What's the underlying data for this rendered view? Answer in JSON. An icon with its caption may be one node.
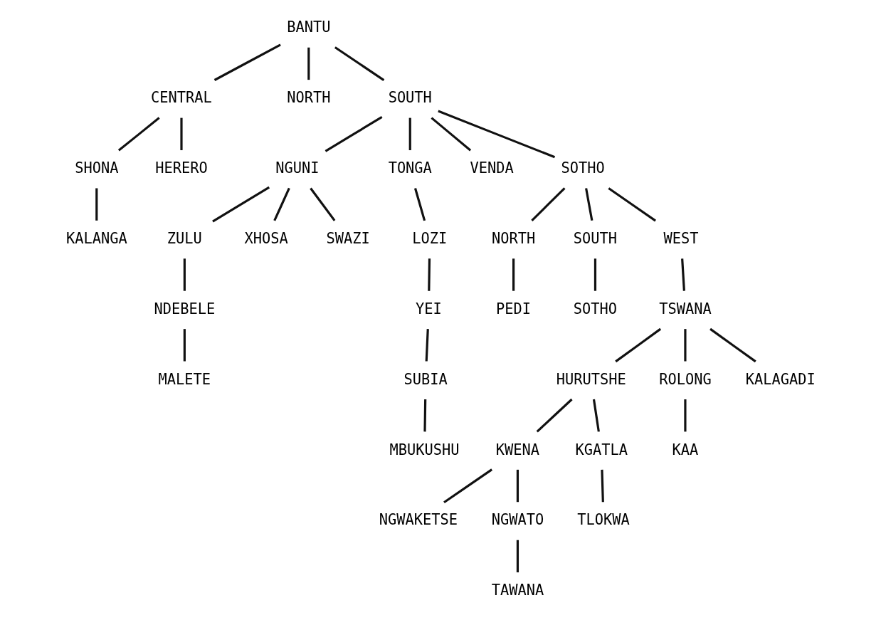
{
  "diagram": {
    "nodes": [
      {
        "text": [
          "BANTU"
        ]
      },
      {
        "text": [
          "CENTRAL"
        ]
      },
      {
        "text": [
          "NORTH"
        ]
      },
      {
        "text": [
          "SOUTH"
        ]
      },
      {
        "text": [
          "SHONA"
        ]
      },
      {
        "text": [
          "HERERO"
        ]
      },
      {
        "text": [
          "NGUNI"
        ]
      },
      {
        "text": [
          "TONGA"
        ]
      },
      {
        "text": [
          "VENDA"
        ]
      },
      {
        "text": [
          "SOTHO"
        ]
      },
      {
        "text": [
          "KALANGA"
        ]
      },
      {
        "text": [
          "ZULU"
        ]
      },
      {
        "text": [
          "XHOSA"
        ]
      },
      {
        "text": [
          "SWAZI"
        ]
      },
      {
        "text": [
          "LOZI"
        ]
      },
      {
        "text": [
          "NORTH"
        ]
      },
      {
        "text": [
          "SOUTH"
        ]
      },
      {
        "text": [
          "WEST"
        ]
      },
      {
        "text": [
          "NDEBELE"
        ]
      },
      {
        "text": [
          "YEI"
        ]
      },
      {
        "text": [
          "PEDI"
        ]
      },
      {
        "text": [
          "SOTHO"
        ]
      },
      {
        "text": [
          "TSWANA"
        ]
      },
      {
        "text": [
          "MALETE"
        ]
      },
      {
        "text": [
          "SUBIA"
        ]
      },
      {
        "text": [
          "HURUTSHE"
        ]
      },
      {
        "text": [
          "ROLONG"
        ]
      },
      {
        "text": [
          "KALAGADI"
        ]
      },
      {
        "text": [
          "MBUKUSHU"
        ]
      },
      {
        "text": [
          "KWENA"
        ]
      },
      {
        "text": [
          "KGATLA"
        ]
      },
      {
        "text": [
          "KAA"
        ]
      },
      {
        "text": [
          "NGWAKETSE"
        ]
      },
      {
        "text": [
          "NGWATO"
        ]
      },
      {
        "text": [
          "TLOKWA"
        ]
      },
      {
        "text": [
          "TAWANA"
        ]
      }
    ],
    "edges": [
      {
        "from": 0,
        "to": 1,
        "arrow": "none"
      },
      {
        "from": 0,
        "to": 2,
        "arrow": "none"
      },
      {
        "from": 0,
        "to": 3,
        "arrow": "none"
      },
      {
        "from": 1,
        "to": 4,
        "arrow": "none"
      },
      {
        "from": 1,
        "to": 5,
        "arrow": "none"
      },
      {
        "from": 3,
        "to": 6,
        "arrow": "none"
      },
      {
        "from": 3,
        "to": 7,
        "arrow": "none"
      },
      {
        "from": 3,
        "to": 8,
        "arrow": "none"
      },
      {
        "from": 3,
        "to": 9,
        "arrow": "none"
      },
      {
        "from": 4,
        "to": 10,
        "arrow": "none"
      },
      {
        "from": 6,
        "to": 11,
        "arrow": "none"
      },
      {
        "from": 6,
        "to": 12,
        "arrow": "none"
      },
      {
        "from": 6,
        "to": 13,
        "arrow": "none"
      },
      {
        "from": 7,
        "to": 14,
        "arrow": "none"
      },
      {
        "from": 9,
        "to": 15,
        "arrow": "none"
      },
      {
        "from": 9,
        "to": 16,
        "arrow": "none"
      },
      {
        "from": 9,
        "to": 17,
        "arrow": "none"
      },
      {
        "from": 11,
        "to": 18,
        "arrow": "none"
      },
      {
        "from": 14,
        "to": 19,
        "arrow": "none"
      },
      {
        "from": 15,
        "to": 20,
        "arrow": "none"
      },
      {
        "from": 16,
        "to": 21,
        "arrow": "none"
      },
      {
        "from": 17,
        "to": 22,
        "arrow": "none"
      },
      {
        "from": 18,
        "to": 23,
        "arrow": "none"
      },
      {
        "from": 19,
        "to": 24,
        "arrow": "none"
      },
      {
        "from": 22,
        "to": 25,
        "arrow": "none"
      },
      {
        "from": 22,
        "to": 26,
        "arrow": "none"
      },
      {
        "from": 22,
        "to": 27,
        "arrow": "none"
      },
      {
        "from": 24,
        "to": 28,
        "arrow": "none"
      },
      {
        "from": 25,
        "to": 29,
        "arrow": "none"
      },
      {
        "from": 25,
        "to": 30,
        "arrow": "none"
      },
      {
        "from": 26,
        "to": 31,
        "arrow": "none"
      },
      {
        "from": 29,
        "to": 32,
        "arrow": "none"
      },
      {
        "from": 29,
        "to": 33,
        "arrow": "none"
      },
      {
        "from": 30,
        "to": 34,
        "arrow": "none"
      },
      {
        "from": 33,
        "to": 35,
        "arrow": "none"
      }
    ]
  }
}
